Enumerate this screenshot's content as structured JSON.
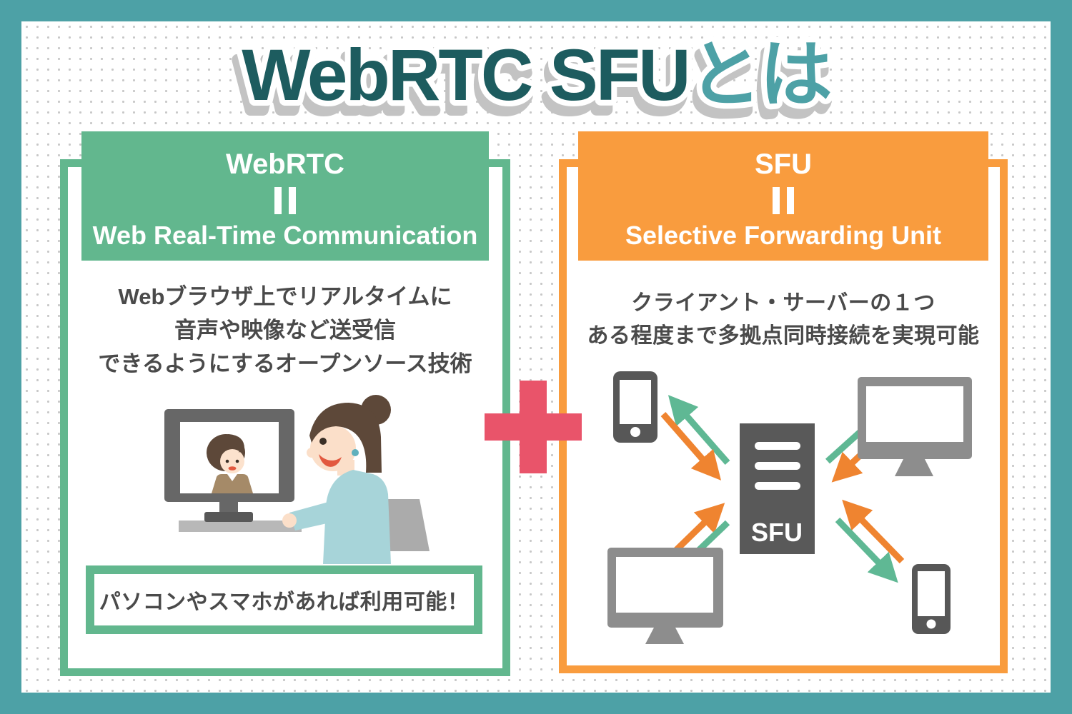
{
  "page": {
    "title_main": "WebRTC SFU",
    "title_suffix": "とは"
  },
  "left_panel": {
    "header_title": "WebRTC",
    "equals": "=",
    "header_subtitle": "Web Real-Time Communication",
    "description_lines": [
      "Webブラウザ上でリアルタイムに",
      "音声や映像など送受信",
      "できるようにするオープンソース技術"
    ],
    "callout": "パソコンやスマホがあれば利用可能！"
  },
  "right_panel": {
    "header_title": "SFU",
    "equals": "=",
    "header_subtitle": "Selective Forwarding Unit",
    "description_lines": [
      "クライアント・サーバーの１つ",
      "ある程度まで多拠点同時接続を実現可能"
    ],
    "server_label": "SFU"
  },
  "colors": {
    "frame_teal": "#4da1a6",
    "title_dark_teal": "#1d5c5f",
    "title_light_teal": "#4da1a6",
    "panel_green": "#62b78e",
    "panel_orange": "#f99c3e",
    "plus_pink": "#e9546a",
    "text_gray": "#4a4a4a",
    "arrow_green": "#5fb894",
    "arrow_orange": "#ef8430",
    "server_gray": "#595959",
    "device_gray": "#8d8d8d"
  }
}
